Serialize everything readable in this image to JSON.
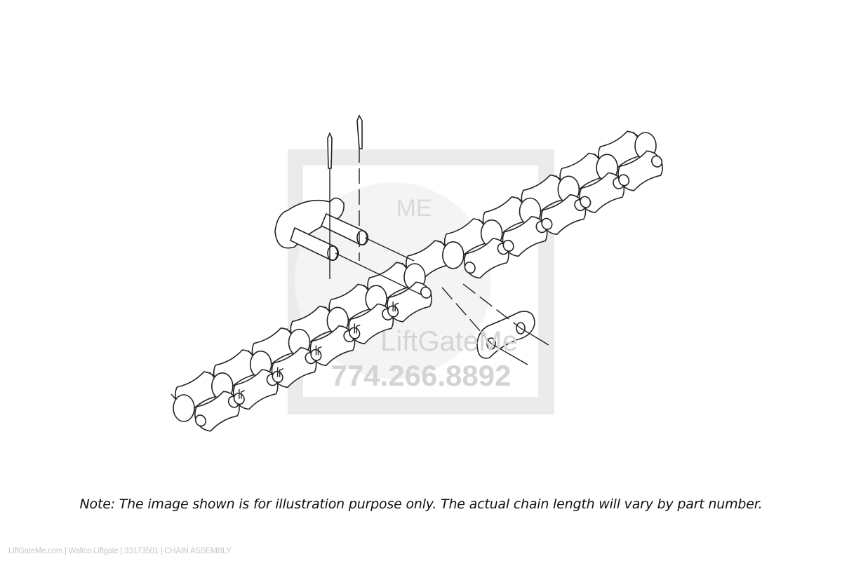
{
  "note": "Note: The image shown is for illustration purpose only. The actual chain length will vary by part number.",
  "footer": "LiftGateMe.com | Waltco Liftgate | 33173501 | CHAIN ASSEMBLY",
  "watermark": {
    "logo_text": "ME",
    "brand": "LiftGateMe",
    "phone": "774.266.8892"
  },
  "colors": {
    "line": "#222222",
    "watermark": "#e4e4e4",
    "footer": "#c8c8c8"
  }
}
